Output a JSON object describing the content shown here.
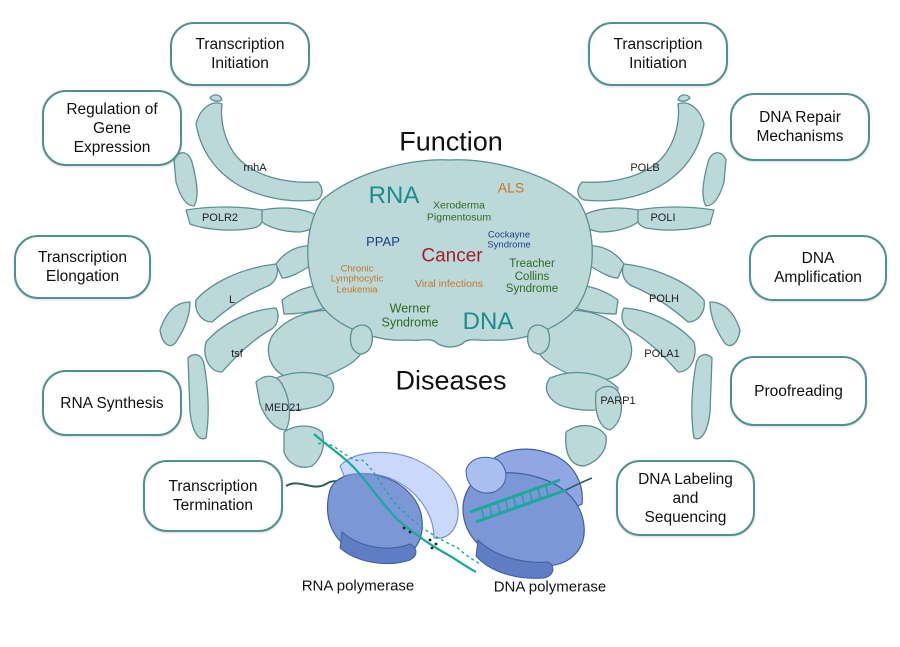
{
  "function_label": "Function",
  "diseases_label": "Diseases",
  "left_boxes": [
    {
      "id": "l1",
      "text": "Transcription\nInitiation"
    },
    {
      "id": "l2",
      "text": "Regulation of\nGene\nExpression"
    },
    {
      "id": "l3",
      "text": "Transcription\nElongation"
    },
    {
      "id": "l4",
      "text": "RNA Synthesis"
    },
    {
      "id": "l5",
      "text": "Transcription\nTermination"
    }
  ],
  "right_boxes": [
    {
      "id": "r1",
      "text": "Transcription\nInitiation"
    },
    {
      "id": "r2",
      "text": "DNA Repair\nMechanisms"
    },
    {
      "id": "r3",
      "text": "DNA\nAmplification"
    },
    {
      "id": "r4",
      "text": "Proofreading"
    },
    {
      "id": "r5",
      "text": "DNA Labeling\nand\nSequencing"
    }
  ],
  "left_legs": [
    "rnhA",
    "POLR2",
    "L",
    "tsf",
    "MED21"
  ],
  "right_legs": [
    "POLB",
    "POLI",
    "POLH",
    "POLA1",
    "PARP1"
  ],
  "body_words": [
    {
      "id": "rna",
      "text": "RNA",
      "color": "#1a8c8c",
      "size": "big"
    },
    {
      "id": "xeroderma",
      "text": "Xeroderma\nPigmentosum",
      "color": "#2e6b1e",
      "size": "small"
    },
    {
      "id": "als",
      "text": "ALS",
      "color": "#c0782a",
      "size": "mid"
    },
    {
      "id": "ppap",
      "text": "PPAP",
      "color": "#1c3f8a",
      "size": "mid"
    },
    {
      "id": "cockayne",
      "text": "Cockayne\nSyndrome",
      "color": "#1c3f8a",
      "size": "tiny"
    },
    {
      "id": "cancer",
      "text": "Cancer",
      "color": "#a3202a",
      "size": "large"
    },
    {
      "id": "chronic",
      "text": "Chronic\nLymphocytic\nLeukemia",
      "color": "#c0782a",
      "size": "tiny"
    },
    {
      "id": "viral",
      "text": "Viral infections",
      "color": "#c0782a",
      "size": "small"
    },
    {
      "id": "treacher",
      "text": "Treacher\nCollins\nSyndrome",
      "color": "#2e6b1e",
      "size": "small"
    },
    {
      "id": "werner",
      "text": "Werner\nSyndrome",
      "color": "#2e6b1e",
      "size": "mid"
    },
    {
      "id": "dna",
      "text": "DNA",
      "color": "#1a8c8c",
      "size": "big"
    }
  ],
  "captions": {
    "rna_pol": "RNA polymerase",
    "dna_pol": "DNA polymerase"
  },
  "colors": {
    "crab_fill": "#bcd9da",
    "crab_stroke": "#5b8f92",
    "box_border": "#4f9191",
    "protein_dark": "#6f8fcc",
    "protein_light": "#a8bff0",
    "nucleic": "#1aa99a"
  }
}
